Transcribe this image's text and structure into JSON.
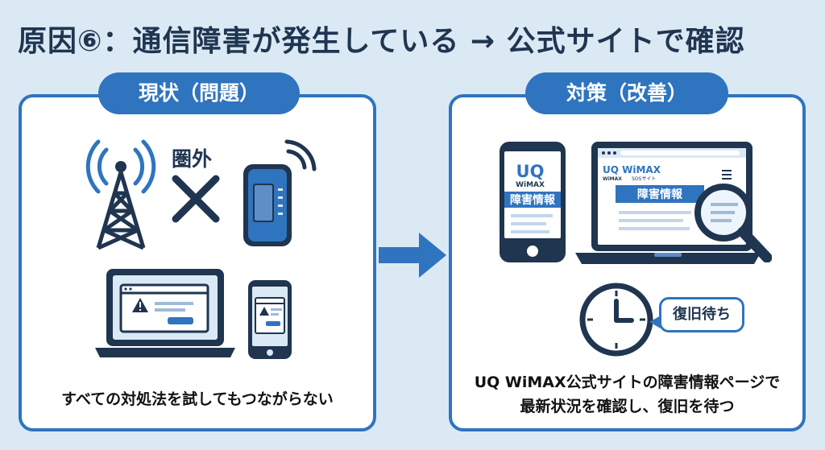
{
  "title": "原因⑥：通信障害が発生している → 公式サイトで確認",
  "left_panel": {
    "heading": "現状（問題）",
    "out_of_service": "圏外",
    "caption": "すべての対処法を試してもつながらない"
  },
  "right_panel": {
    "heading": "対策（改善）",
    "phone_brand_top": "UQ",
    "phone_brand_bottom": "WiMAX",
    "phone_banner": "障害情報",
    "browser_brand": "UQ WiMAX",
    "browser_brand_small": "WiMAX",
    "browser_site_label": "SOSサイト",
    "browser_banner": "障害情報",
    "speech": "復旧待ち",
    "caption_line1": "UQ WiMAX公式サイトの障害情報ページで",
    "caption_line2": "最新状況を確認し、復旧を待つ"
  },
  "colors": {
    "accent": "#2f74bf",
    "dark": "#1f3550",
    "background": "#dbe9f5"
  },
  "icons": [
    "signal-tower-icon",
    "cross-icon",
    "wifi-router-icon",
    "laptop-warning-icon",
    "phone-warning-icon",
    "arrow-right-icon",
    "phone-status-icon",
    "browser-status-icon",
    "magnifier-icon",
    "clock-icon",
    "speech-bubble-icon"
  ]
}
